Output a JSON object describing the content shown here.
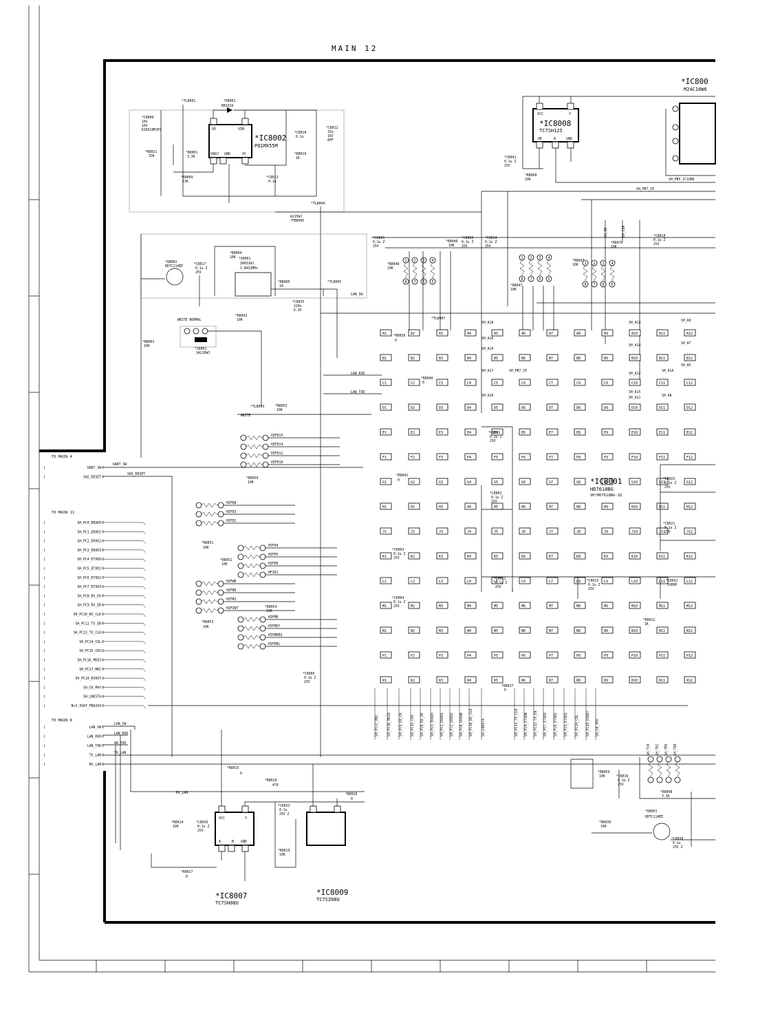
{
  "title": "MAIN 12",
  "chips": [
    {
      "ref": "*IC8002",
      "part": "PQ1MX55M",
      "pins": [
        "VO",
        "VIN",
        "VADJ",
        "GND",
        "VC"
      ]
    },
    {
      "ref": "*IC8008",
      "part": "TC7SH125",
      "pins": [
        "VCC",
        "Y",
        "OE",
        "A",
        "GND"
      ]
    },
    {
      "ref": "*IC800",
      "part": "M24C16W6"
    },
    {
      "ref": "*IC8001",
      "part": "HD7618BG",
      "subpart": "VH!HD7618BG-1Q"
    },
    {
      "ref": "*IC8007",
      "part": "TC7SH08U",
      "pins": [
        "VCC",
        "Y",
        "A",
        "B",
        "GND"
      ]
    },
    {
      "ref": "*IC8009",
      "part": "TC7SZ08U"
    }
  ],
  "ports": [
    {
      "heading": "TO MAIN 4",
      "signals": [
        "UART_SW",
        "SH2_RESET"
      ]
    },
    {
      "heading": "TO MAIN 11",
      "signals": [
        "SH_PC0_ERXD0",
        "SH_PC1_ERXD1",
        "SH_PC2_ERXD2",
        "SH_PC3_ERXD3",
        "SH_PC4_ETXD0",
        "SH_PC5_ETXD1",
        "SH_PC6_ETXD2",
        "SH_PC7_ETXD3",
        "SH_PC8_RX_DV",
        "SH_PC9_RX_ER",
        "SH_PC10_RX_CLK",
        "SH_PC12_TX_EN",
        "SH_PC13_TX_CLK",
        "SH_PC14_COL",
        "SH_PC15_CRS",
        "SH_PC16_MDIO",
        "SH_PC17_MDC",
        "SH_PC19_EXOUT",
        "SH_CK_PHY",
        "SH_LNKSTA",
        "B+3.3VAT_FB8203"
      ]
    },
    {
      "heading": "TO MAIN 8",
      "signals": [
        "LAN_SW",
        "LAN_RXD",
        "LAN_TXD",
        "TX_LAN",
        "RX_LAN"
      ]
    }
  ],
  "parts": [
    {
      "ref": "*TL8001"
    },
    {
      "ref": "*D8001",
      "value": "BAS316"
    },
    {
      "ref": "*C8006",
      "value": "10u",
      "extra": "16V",
      "code": "KZA510MJPZ"
    },
    {
      "ref": "*C8010",
      "value": "0.1u",
      "extra": "K"
    },
    {
      "ref": "*C8012",
      "value": "33u",
      "extra": "16V",
      "code": "APF"
    },
    {
      "ref": "*R8021",
      "value": "33K"
    },
    {
      "ref": "*R8001",
      "value": "3.3K",
      "extra": "F"
    },
    {
      "ref": "*R8010",
      "value": "1K"
    },
    {
      "ref": "*R8009",
      "value": "13K",
      "extra": "F"
    },
    {
      "ref": "*C8013",
      "value": "0.1u",
      "extra": "K"
    },
    {
      "ref": "*TL8004"
    },
    {
      "ref": "A215WJ",
      "value": "*FB8005"
    },
    {
      "ref": "*C8041",
      "value": "0.1u Z",
      "extra": "25V"
    },
    {
      "ref": "*R8068",
      "value": "10K"
    },
    {
      "ref": "*Q8002",
      "value": "RDTC114EE"
    },
    {
      "ref": "*C8017",
      "value": "0.1u Z",
      "extra": "25V"
    },
    {
      "ref": "*R8004",
      "value": "10K"
    },
    {
      "ref": "*X8001",
      "value": "ZA031WJ",
      "extra": "1.8432MHz"
    },
    {
      "ref": "*R8005",
      "value": "10"
    },
    {
      "ref": "*TL8005"
    },
    {
      "ref": "*C8035",
      "value": "220u",
      "extra": "6.3V"
    },
    {
      "ref": "*R8042",
      "value": "10K"
    },
    {
      "ref": "*S8001",
      "value": "SAC20WJ",
      "extra": "WRITE NORMAL"
    },
    {
      "ref": "*R8003",
      "value": "100"
    },
    {
      "ref": "*C8005",
      "value": "0.1u Z",
      "extra": "25V"
    },
    {
      "ref": "*R8048",
      "value": "10K"
    },
    {
      "ref": "*R8046",
      "value": "10K"
    },
    {
      "ref": "*C8009",
      "value": "0.1u Z",
      "extra": "25V"
    },
    {
      "ref": "*C8014",
      "value": "0.1u Z",
      "extra": "25V"
    },
    {
      "ref": "*R8047",
      "value": "10K"
    },
    {
      "ref": "*R8043",
      "value": "10K"
    },
    {
      "ref": "*R8070",
      "value": "10K"
    },
    {
      "ref": "*C8018",
      "value": "0.1u Z",
      "extra": "25V"
    },
    {
      "ref": "*R8039",
      "value": "0"
    },
    {
      "ref": "*TL8007"
    },
    {
      "ref": "*R8040",
      "value": "0"
    },
    {
      "ref": "*TL8003"
    },
    {
      "ref": "*R8055",
      "value": "10K"
    },
    {
      "ref": "*C8001",
      "value": "0.1u Z",
      "extra": "25V"
    },
    {
      "ref": "*R8050",
      "value": "10K"
    },
    {
      "ref": "*R8041",
      "value": "0"
    },
    {
      "ref": "*C8002",
      "value": "0.1u Z",
      "extra": "25V"
    },
    {
      "ref": "*C8025",
      "value": "0.1u Z",
      "extra": "25V"
    },
    {
      "ref": "*C8021",
      "value": "0.1u Z",
      "extra": "25V"
    },
    {
      "ref": "*R8051",
      "value": "10K"
    },
    {
      "ref": "*R8052",
      "value": "10K"
    },
    {
      "ref": "*C8003",
      "value": "0.1u Z",
      "extra": "25V"
    },
    {
      "ref": "*C8011",
      "value": "0.1u Z",
      "extra": "25V"
    },
    {
      "ref": "*C8015",
      "value": "0.1u Z",
      "extra": "25V"
    },
    {
      "ref": "*C8032",
      "value": "1000P"
    },
    {
      "ref": "*R8054",
      "value": "10K"
    },
    {
      "ref": "*C8004",
      "value": "0.1u Z",
      "extra": "25V"
    },
    {
      "ref": "*R8053",
      "value": "10K"
    },
    {
      "ref": "*R8012",
      "value": "1K"
    },
    {
      "ref": "*R8037",
      "value": "0"
    },
    {
      "ref": "*C8006",
      "value": "0.1u Z",
      "extra": "25V"
    },
    {
      "ref": "*R8015",
      "value": "0"
    },
    {
      "ref": "*R8018",
      "value": "470"
    },
    {
      "ref": "*R8020",
      "value": "0"
    },
    {
      "ref": "*C8033",
      "value": "0.1u",
      "extra": "25V Z"
    },
    {
      "ref": "*R8014",
      "value": "10K"
    },
    {
      "ref": "*C8036",
      "value": "0.1u Z",
      "extra": "25V"
    },
    {
      "ref": "*R8019",
      "value": "10K"
    },
    {
      "ref": "*R8017",
      "value": "0"
    },
    {
      "ref": "*R8059",
      "value": "10K"
    },
    {
      "ref": "*C8016",
      "value": "0.1u Z",
      "extra": "25V"
    },
    {
      "ref": "*R8008",
      "value": "3.3K"
    },
    {
      "ref": "*Q8001",
      "value": "RDTC114EE"
    },
    {
      "ref": "*R8036",
      "value": "100"
    },
    {
      "ref": "*C8038",
      "value": "0.1u",
      "extra": "25V Z"
    }
  ],
  "nets": {
    "hifd_a": [
      "HIFD15",
      "HIFD14",
      "HIFD11",
      "HIFD10"
    ],
    "hifd_b": [
      "HIFD8",
      "HIFD3",
      "HIFD2"
    ],
    "hifd_c": [
      "HIFD4",
      "HIFD5",
      "HIFD0",
      "HFID1"
    ],
    "hifd_d": [
      "HIFWR",
      "HIFRD",
      "HIFRS",
      "HIFINT"
    ],
    "hifd_e": [
      "HIFMD",
      "HIFRDY",
      "HIFBREQ",
      "HIFEBL"
    ],
    "lan": [
      "LAN_RXD",
      "LAN_TXD",
      "LAN_SW",
      "WRITE",
      "UART_SW",
      "SH2_RESET",
      "RX_LAN",
      "TX_LAN",
      "AN_TXD"
    ],
    "top_bus": [
      "SH_PB7_CE",
      "SH_PB5_IC1ORD",
      "SH_RD",
      "SH_CS0"
    ],
    "sh_a": [
      "SH_A18",
      "SH_A16",
      "SH_A19",
      "SH_A17",
      "SH_A20",
      "SH_PB7_CE",
      "SH_A13",
      "SH_A14",
      "SH_A12",
      "SH_A15",
      "SH_A11",
      "SH_A9",
      "SH_A7",
      "SH_A5",
      "SH_A10",
      "SH_A8"
    ],
    "bottom": [
      "SH_PC17_MDC",
      "SH_PC16_MDIO",
      "SH_PC9_RX_ER",
      "SH_PC15_CRS",
      "SH_PC8_RX_DV",
      "SH_PC3_ERXD3",
      "SH_PC1_ERXD1",
      "SH_PC2_ERXD2",
      "SH_PC0_ERXD0",
      "SH_PC10_RX_CLK",
      "SH_LNKSTA",
      "SH_PC13_TX_CLK",
      "SH_PC4_ETXD0",
      "SH_PC12_TX_EN",
      "SH_PC7_ETXD3",
      "SH_PC6_ETXD2",
      "SH_PC5_ETXD1",
      "SH_PC14_COL",
      "SH_PC19_EXOUT",
      "SH_CK_PHY"
    ],
    "jtag": [
      "SH_TCK",
      "SH_TDI",
      "SH_TMS",
      "SH_TDO"
    ]
  },
  "bga": {
    "rows": [
      "A",
      "B",
      "C",
      "D",
      "E",
      "F",
      "G",
      "H",
      "J",
      "K",
      "L",
      "M",
      "N",
      "P",
      "R"
    ],
    "cols": [
      "1",
      "2",
      "3",
      "4",
      "5",
      "6",
      "7",
      "8",
      "9",
      "10",
      "11",
      "12"
    ]
  },
  "supply_nodes": [
    "3.3",
    "3.3",
    "3.3",
    "3.3",
    "3.3",
    "3.3"
  ],
  "pin_numbers": [
    "1",
    "2",
    "3",
    "4",
    "5",
    "6",
    "7",
    "8"
  ]
}
